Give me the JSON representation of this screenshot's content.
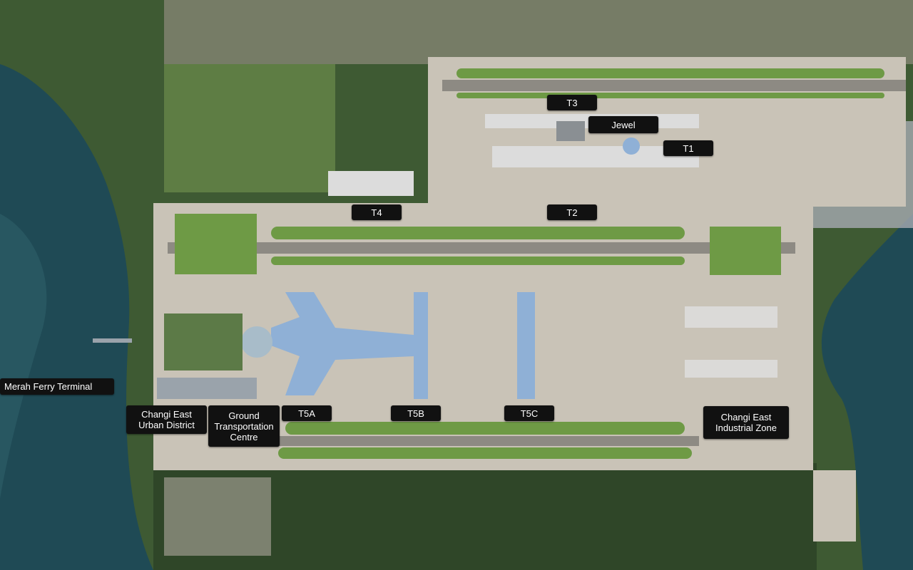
{
  "map": {
    "colors": {
      "sea": "#1f4a55",
      "sea_light": "#3a7079",
      "forest": "#3e5a33",
      "forest_dark": "#2f4628",
      "apron": "#c9c3b7",
      "runway": "#8d8a83",
      "grass": "#6e9a45",
      "terminal": "#8fb0d6",
      "label_bg": "#111111",
      "label_text": "#ffffff"
    },
    "labels": {
      "t3": "T3",
      "jewel": "Jewel",
      "t1": "T1",
      "t4": "T4",
      "t2": "T2",
      "merah_ferry": "Merah Ferry Terminal",
      "changi_east_urban": "Changi East\nUrban District",
      "gtc": "Ground\nTransportation\nCentre",
      "t5a": "T5A",
      "t5b": "T5B",
      "t5c": "T5C",
      "changi_east_industrial": "Changi East\nIndustrial Zone"
    }
  }
}
